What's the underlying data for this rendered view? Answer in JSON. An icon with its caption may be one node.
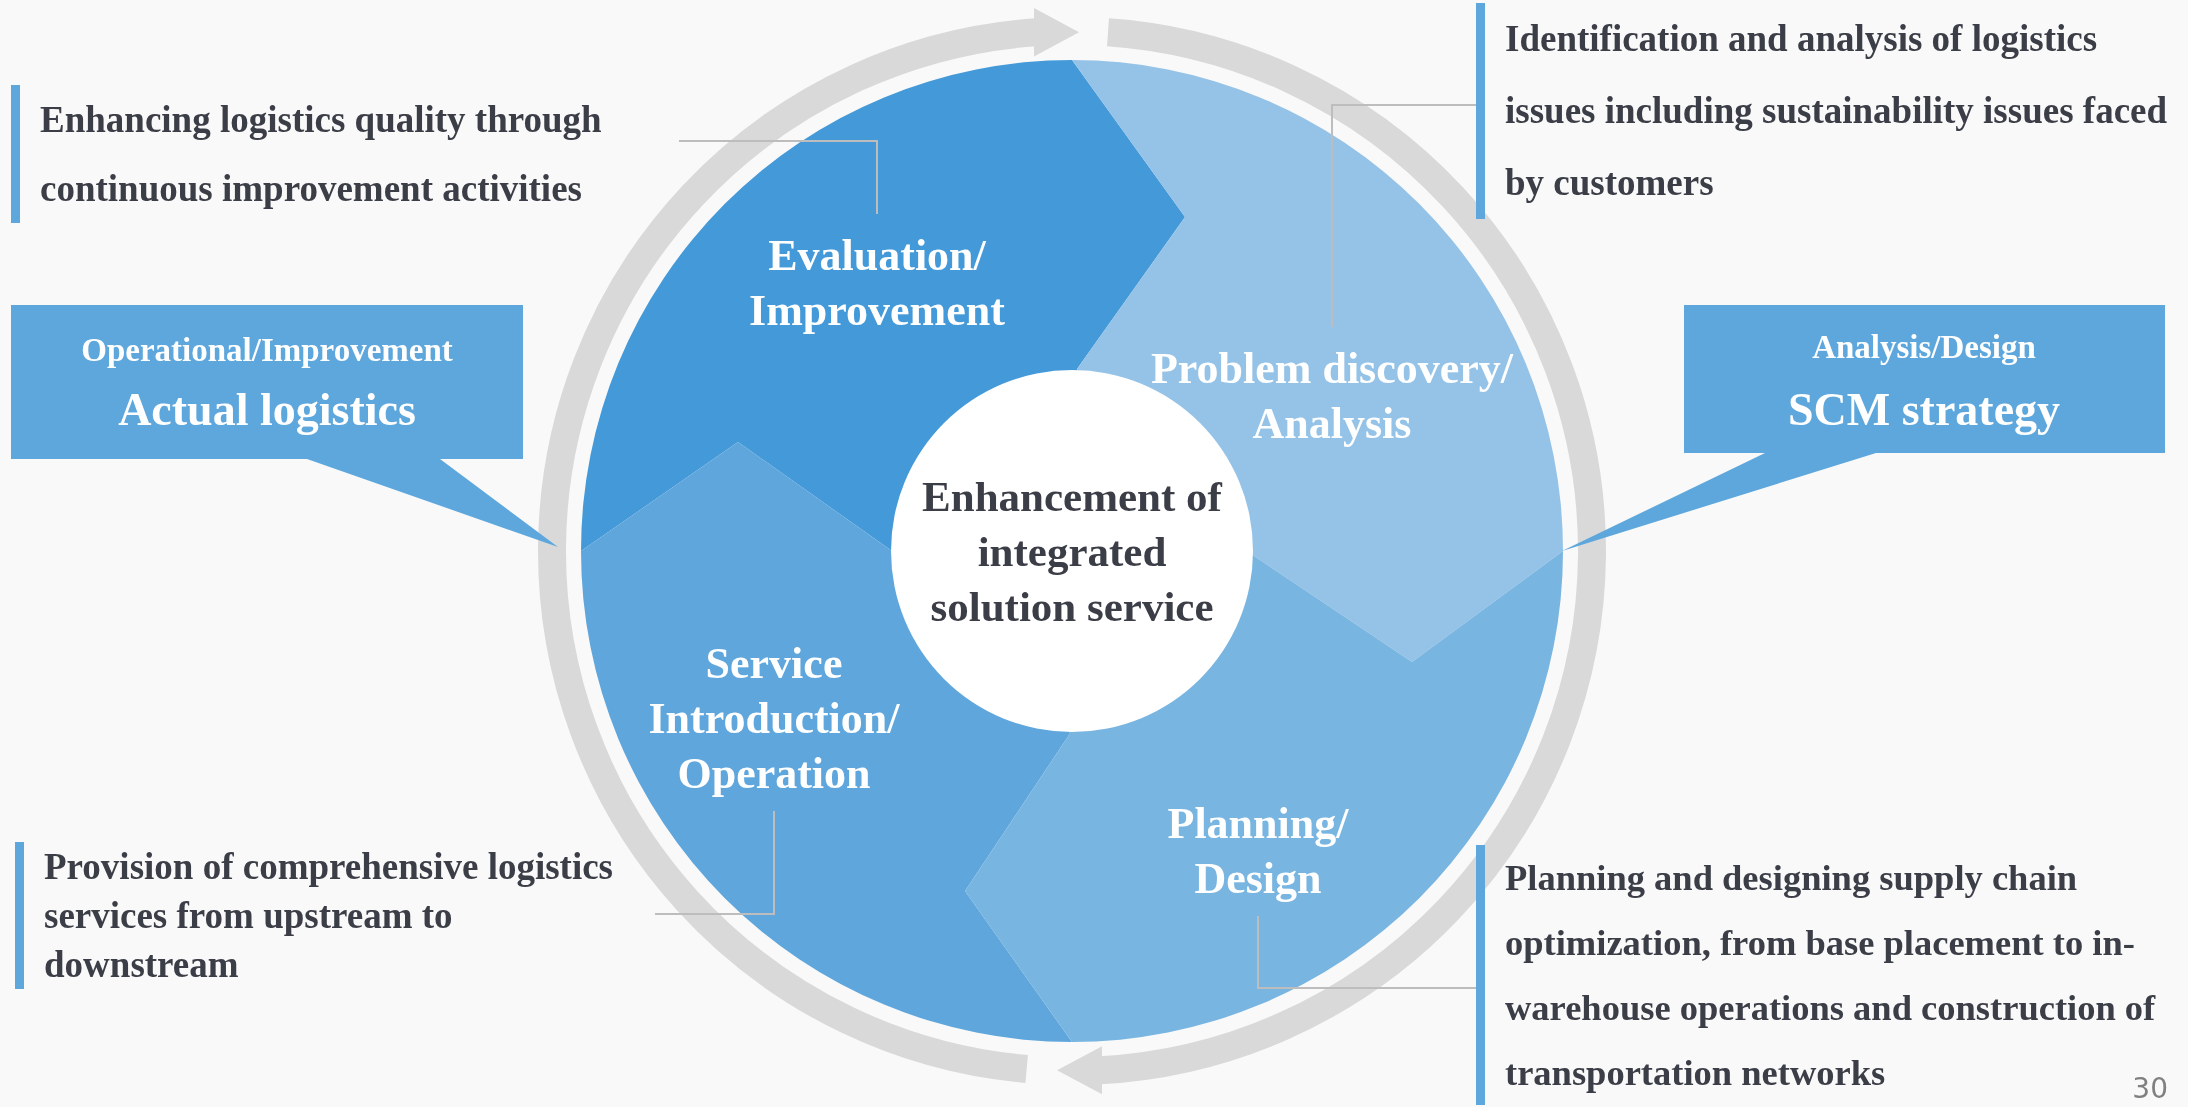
{
  "diagram": {
    "nodes": [
      {
        "text": [
          "Enhancing logistics quality through continuous improvement activities"
        ]
      },
      {
        "text": [
          "Identification and analysis of logistics issues including sustainability issues faced by customers"
        ]
      },
      {
        "text": [
          "Operational/Improvement",
          "Actual logistics"
        ]
      },
      {
        "text": [
          "Analysis/Design",
          "SCM strategy"
        ]
      },
      {
        "text": [
          "Evaluation/ Improvement"
        ]
      },
      {
        "text": [
          "Problem discovery/ Analysis"
        ]
      },
      {
        "text": [
          "Enhancement of integrated solution service"
        ]
      },
      {
        "text": [
          "Service Introduction/ Operation"
        ]
      },
      {
        "text": [
          "Planning/ Design"
        ]
      },
      {
        "text": [
          "Provision of comprehensive logistics services from upstream to downstream"
        ]
      },
      {
        "text": [
          "Planning and designing supply chain optimization, from base placement to in-warehouse operations and construction of transportation networks"
        ]
      }
    ],
    "edges": [
      {
        "from": 0,
        "to": 4,
        "arrow": "none"
      },
      {
        "from": 1,
        "to": 5,
        "arrow": "none"
      },
      {
        "from": 9,
        "to": 7,
        "arrow": "none"
      },
      {
        "from": 10,
        "to": 8,
        "arrow": "none"
      }
    ],
    "labels": [
      "30"
    ]
  }
}
